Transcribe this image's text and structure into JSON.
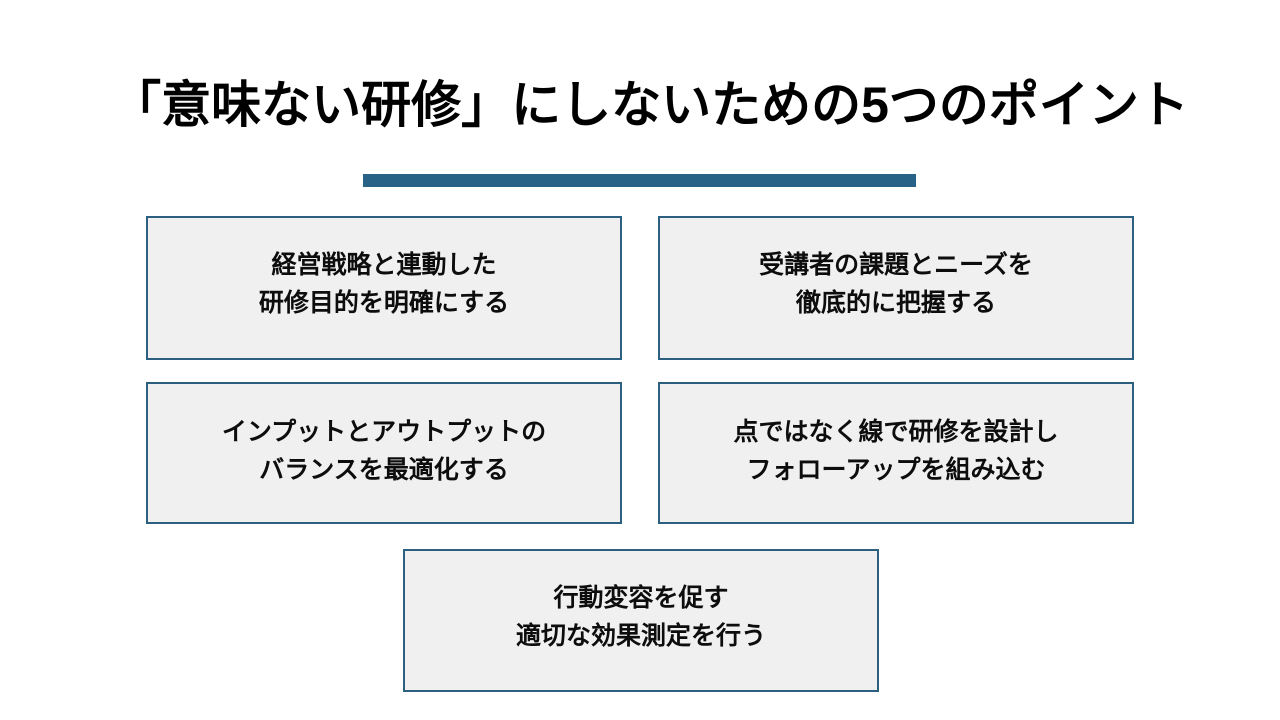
{
  "slide": {
    "title": "「意味ない研修」にしないための5つのポイント",
    "accent_bar_color": "#286287",
    "background_color": "#ffffff",
    "box_fill_color": "#eff0ef",
    "box_border_color": "#2b6080",
    "title_color": "#000000",
    "body_text_color": "#0d0d0d",
    "points": [
      {
        "index": "1",
        "line1": "経営戦略と連動した",
        "line2": "研修目的を明確にする",
        "text": "経営戦略と連動した\n研修目的を明確にする"
      },
      {
        "index": "2",
        "line1": "受講者の課題とニーズを",
        "line2": "徹底的に把握する",
        "text": "受講者の課題とニーズを\n徹底的に把握する"
      },
      {
        "index": "3",
        "line1": "インプットとアウトプットの",
        "line2": "バランスを最適化する",
        "text": "インプットとアウトプットの\nバランスを最適化する"
      },
      {
        "index": "4",
        "line1": "点ではなく線で研修を設計し",
        "line2": "フォローアップを組み込む",
        "text": "点ではなく線で研修を設計し\nフォローアップを組み込む"
      },
      {
        "index": "5",
        "line1": "行動変容を促す",
        "line2": "適切な効果測定を行う",
        "text": "行動変容を促す\n適切な効果測定を行う"
      }
    ]
  }
}
